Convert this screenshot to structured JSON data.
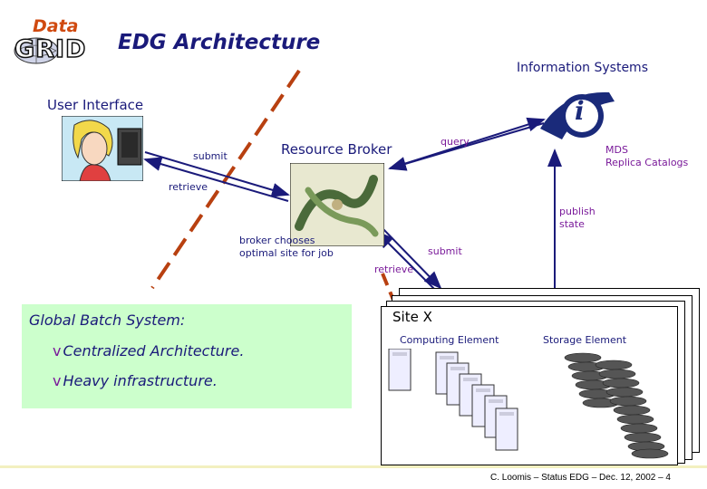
{
  "title": "EDG Architecture",
  "logo": {
    "line1": "Data",
    "line2": "GRID"
  },
  "labels": {
    "information_systems": "Information Systems",
    "user_interface": "User Interface",
    "resource_broker": "Resource Broker",
    "submit_left": "submit",
    "retrieve_left": "retrieve",
    "query": "query",
    "mds": "MDS",
    "replica_catalogs": "Replica Catalogs",
    "publish": "publish",
    "state": "state",
    "broker_line1": "broker chooses",
    "broker_line2": "optimal site for job",
    "submit_right": "submit",
    "retrieve_right": "retrieve",
    "site_x": "Site X",
    "computing_element": "Computing Element",
    "storage_element": "Storage Element",
    "info_icon_letter": "i"
  },
  "global_batch": {
    "title": "Global Batch System:",
    "items": [
      "Centralized Architecture.",
      "Heavy infrastructure."
    ],
    "bullet": "v"
  },
  "footer": "C. Loomis – Status EDG – Dec. 12, 2002 – 4",
  "colors": {
    "title": "#1a1a7a",
    "arrow": "#1a1a7a",
    "dashed": "#b84010",
    "green_box": "#ccffcc",
    "footer_line": "#f3f0c0",
    "info_icon": "#1a2a7a"
  }
}
